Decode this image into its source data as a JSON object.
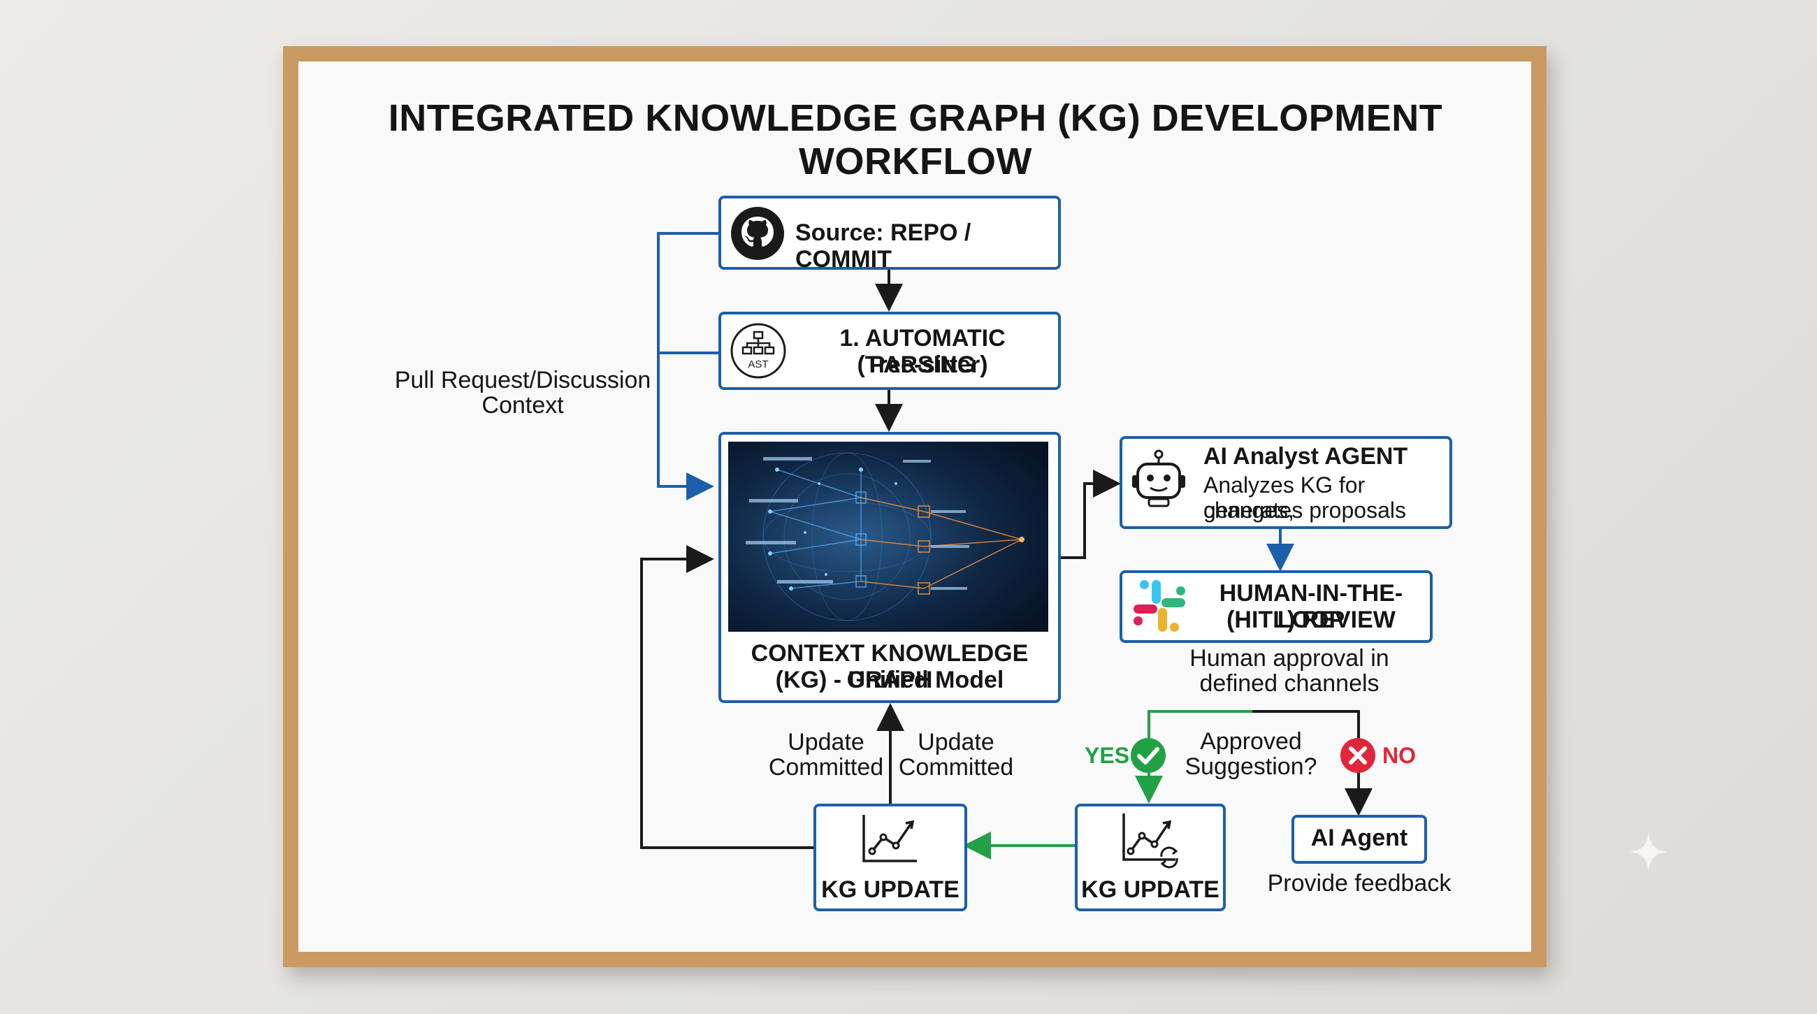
{
  "title": "INTEGRATED KNOWLEDGE GRAPH (KG) DEVELOPMENT WORKFLOW",
  "nodes": {
    "source": "Source: REPO / COMMIT",
    "parsing_line1": "1. AUTOMATIC PARSING",
    "parsing_line2": "(Tree-sitter)",
    "ast_icon_label": "AST",
    "kg_line1": "CONTEXT KNOWLEDGE GRAPH",
    "kg_line2": "(KG) - Unified Model",
    "analyst_title": "AI Analyst AGENT",
    "analyst_desc1": "Analyzes KG for changes,",
    "analyst_desc2": "generates proposals",
    "hitl_line1": "HUMAN-IN-THE-LOOP",
    "hitl_line2": "(HITL) REVIEW",
    "kg_update_left": "KG UPDATE",
    "kg_update_right": "KG UPDATE",
    "ai_agent": "AI Agent"
  },
  "labels": {
    "pr_context_1": "Pull Request/Discussion",
    "pr_context_2": "Context",
    "human_approval_1": "Human approval in",
    "human_approval_2": "defined channels",
    "approved_1": "Approved",
    "approved_2": "Suggestion?",
    "yes": "YES",
    "no": "NO",
    "update_committed_a1": "Update",
    "update_committed_a2": "Committed",
    "update_committed_b1": "Update",
    "update_committed_b2": "Committed",
    "provide_feedback": "Provide feedback"
  },
  "colors": {
    "box_border": "#1d5fa8",
    "blue_line": "#1d5fa8",
    "black_line": "#1a1a1a",
    "green_line": "#22a046",
    "yes_green": "#22a046",
    "no_red": "#e0263a",
    "frame_wood": "#c99b63"
  },
  "icons": [
    "github-icon",
    "ast-tree-icon",
    "robot-icon",
    "slack-icon",
    "line-chart-icon",
    "line-chart-refresh-icon",
    "check-icon",
    "x-icon"
  ]
}
